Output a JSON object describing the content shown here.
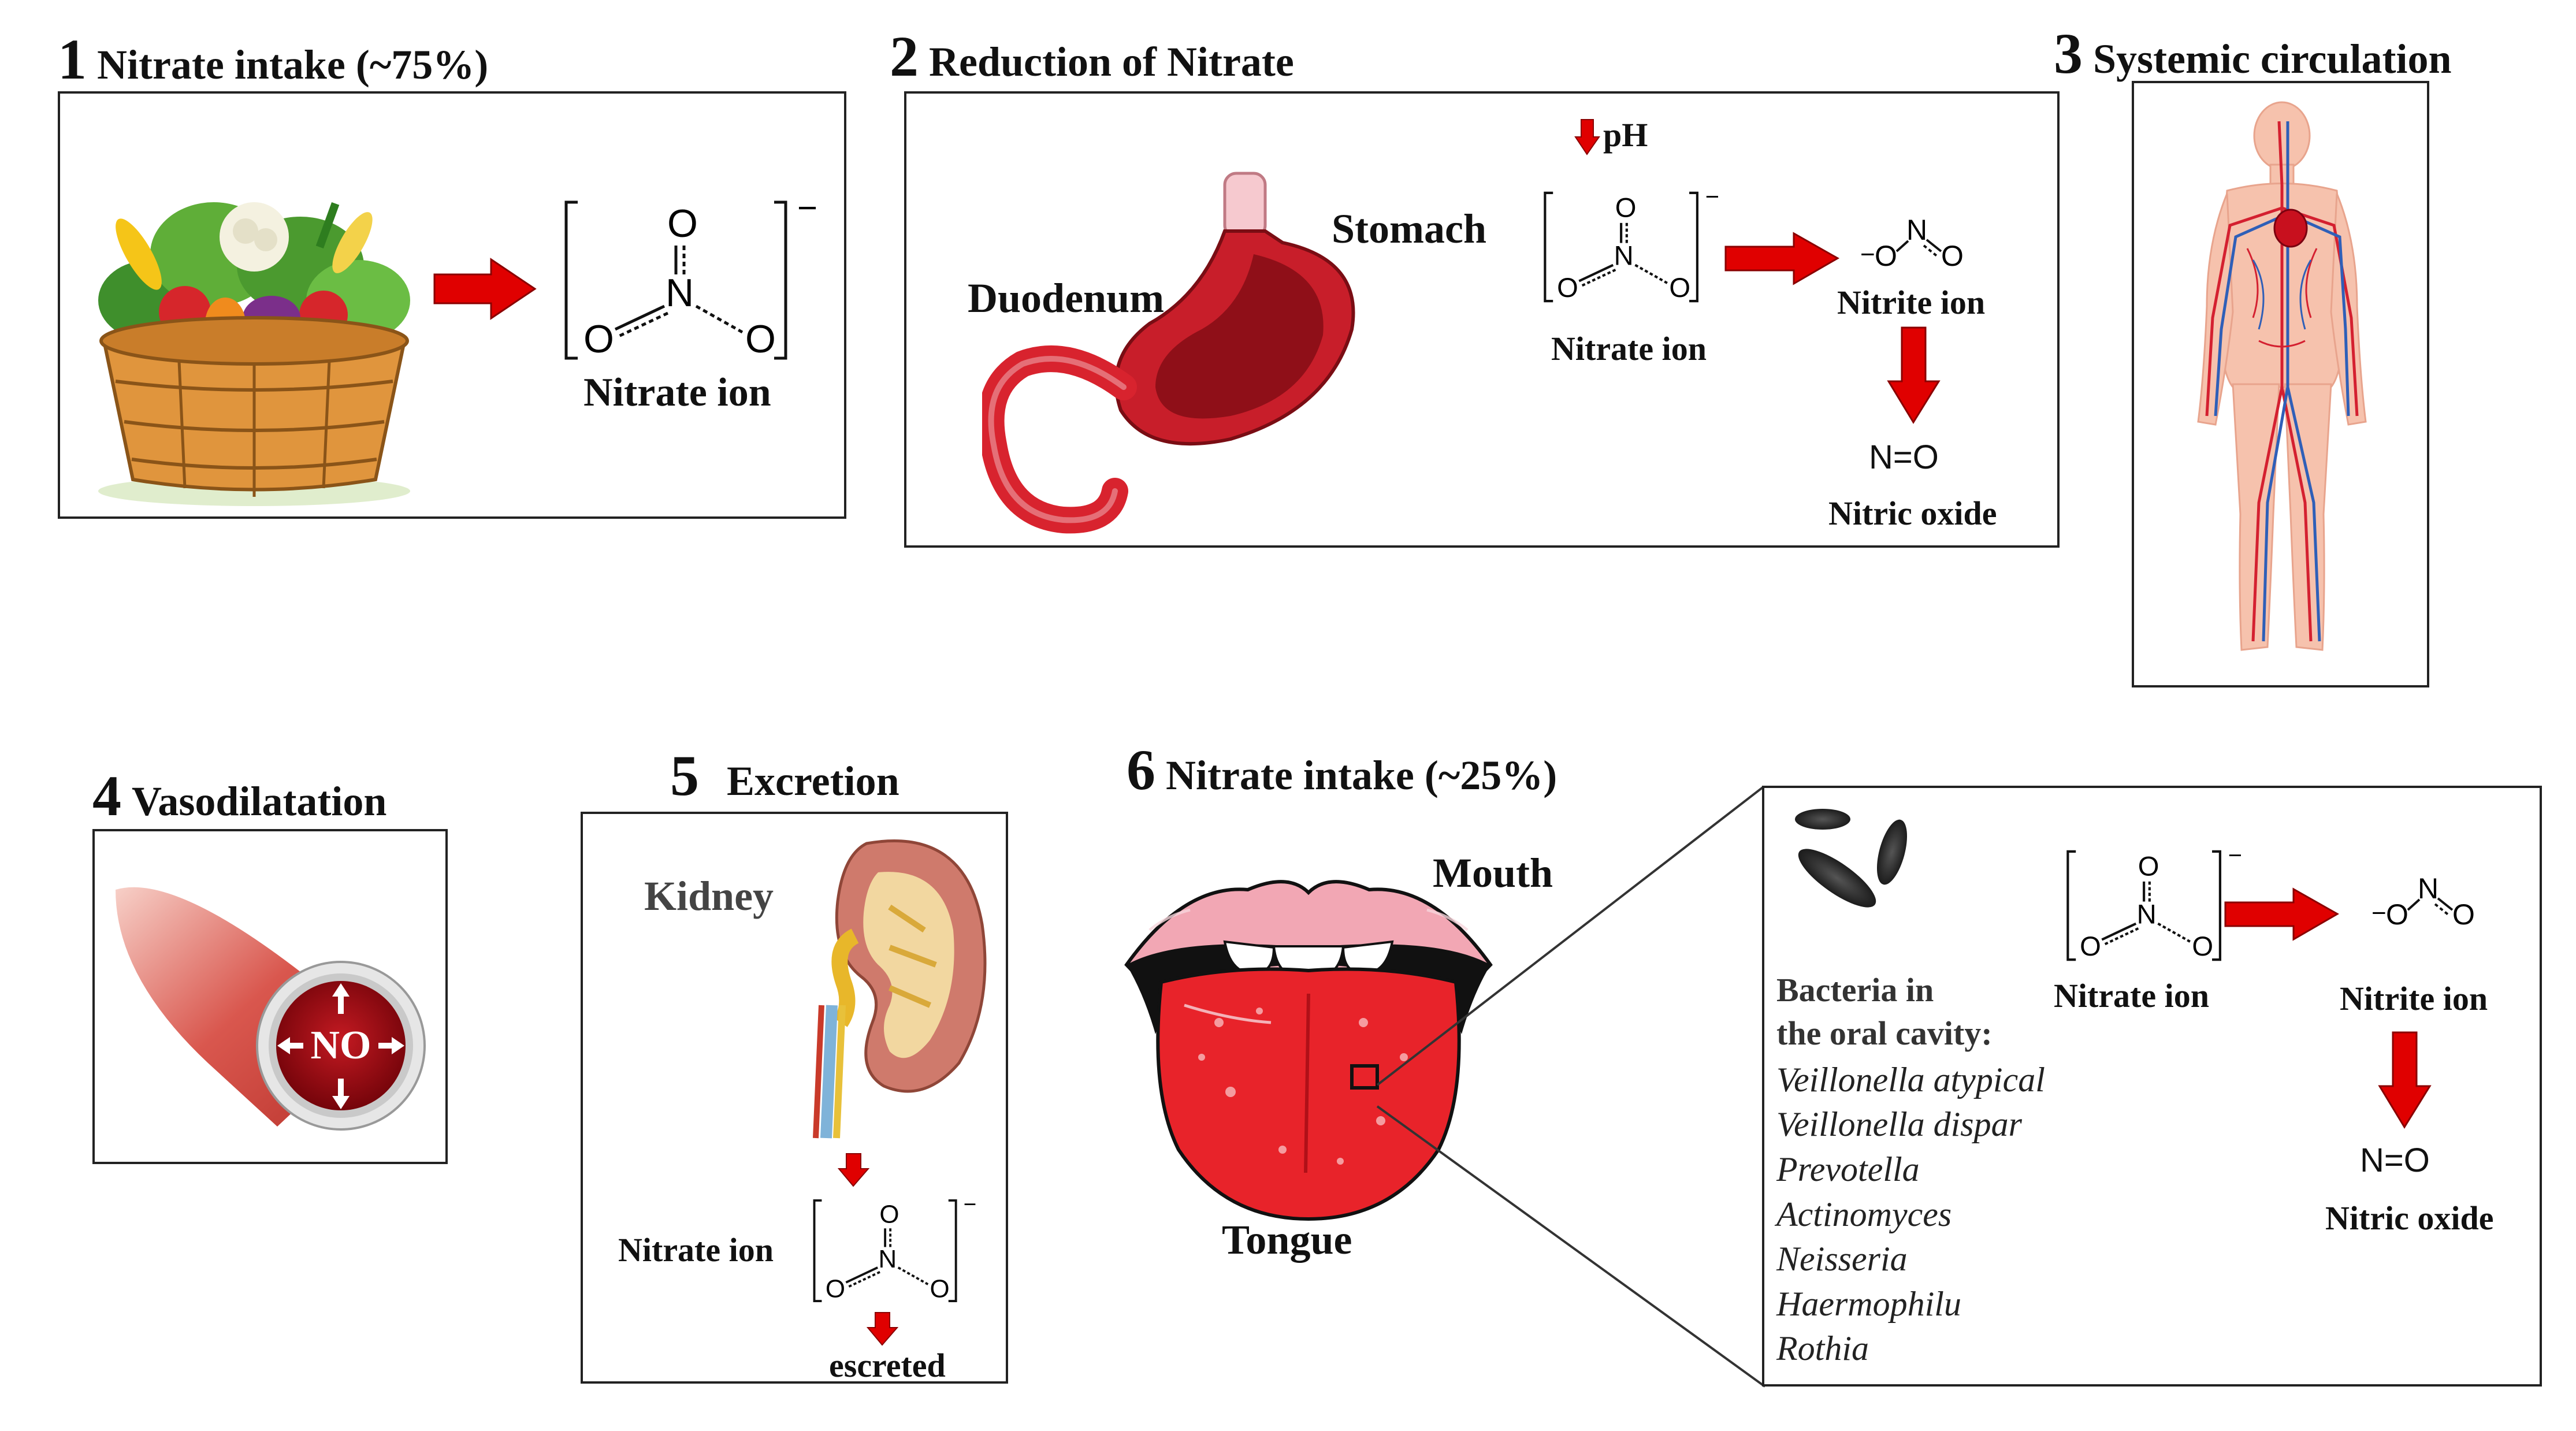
{
  "panels": {
    "p1": {
      "num": "1",
      "title": "Nitrate intake (~75%)",
      "nitrate_label": "Nitrate ion"
    },
    "p2": {
      "num": "2",
      "title": "Reduction of Nitrate",
      "ph": "pH",
      "stomach": "Stomach",
      "duodenum": "Duodenum",
      "nitrate_label": "Nitrate ion",
      "nitrite_label": "Nitrite ion",
      "no_formula": "N=O",
      "nitric_oxide": "Nitric oxide"
    },
    "p3": {
      "num": "3",
      "title": "Systemic circulation"
    },
    "p4": {
      "num": "4",
      "title": "Vasodilatation",
      "no_text": "NO"
    },
    "p5": {
      "num": "5",
      "title": "Excretion",
      "kidney": "Kidney",
      "nitrate_label": "Nitrate ion",
      "excreted": "escreted"
    },
    "p6": {
      "num": "6",
      "title": "Nitrate intake (~25%)",
      "mouth": "Mouth",
      "tongue": "Tongue",
      "bacteria_heading_1": "Bacteria in",
      "bacteria_heading_2": "the oral cavity:",
      "bacteria": [
        "Veillonella atypical",
        "Veillonella dispar",
        "Prevotella",
        "Actinomyces",
        "Neisseria",
        "Haermophilu",
        "Rothia"
      ],
      "nitrate_label": "Nitrate ion",
      "nitrite_label": "Nitrite ion",
      "no_formula": "N=O",
      "nitric_oxide": "Nitric oxide"
    }
  },
  "chem": {
    "O": "O",
    "N": "N",
    "minus": "−"
  },
  "colors": {
    "arrow": "#e00000",
    "arrow_outline": "#8a0000",
    "tongue": "#e8232a",
    "lips": "#f2a7b4",
    "artery": "#d42030",
    "vein": "#2f5fb8"
  }
}
